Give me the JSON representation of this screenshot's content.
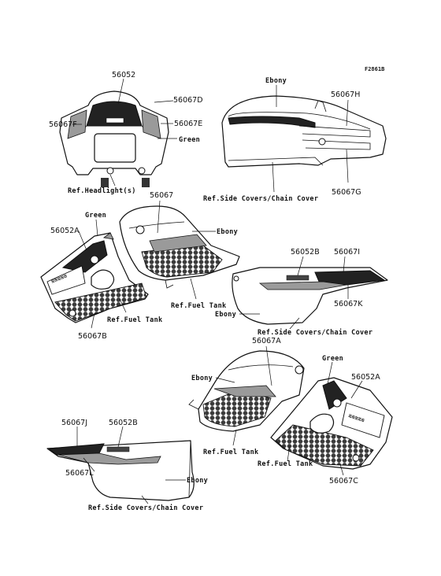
{
  "diagram_code": "F2861B",
  "labels": {
    "p56052_top": "56052",
    "p56067D": "56067D",
    "p56067F": "56067F",
    "p56067E": "56067E",
    "green_headlight": "Green",
    "ref_headlight": "Ref.Headlight(s)",
    "ebony_seat": "Ebony",
    "p56067H": "56067H",
    "p56067G": "56067G",
    "ref_side_top": "Ref.Side Covers/Chain Cover",
    "p56067": "56067",
    "green_left": "Green",
    "p56052A_left": "56052A",
    "ebony_tank_left": "Ebony",
    "ref_fuel_tank_1": "Ref.Fuel Tank",
    "ref_fuel_tank_2": "Ref.Fuel Tank",
    "p56067B": "56067B",
    "p56052B_right": "56052B",
    "p56067I": "56067I",
    "p56067K": "56067K",
    "ebony_side_right": "Ebony",
    "ref_side_mid": "Ref.Side Covers/Chain Cover",
    "p56067A": "56067A",
    "green_right": "Green",
    "ebony_tank_right": "Ebony",
    "p56052A_right": "56052A",
    "ref_fuel_tank_3": "Ref.Fuel Tank",
    "ref_fuel_tank_4": "Ref.Fuel Tank",
    "p56067C": "56067C",
    "p56067J": "56067J",
    "p56052B_left": "56052B",
    "p56067L": "56067L",
    "ebony_side_left": "Ebony",
    "ref_side_bottom": "Ref.Side Covers/Chain Cover"
  }
}
